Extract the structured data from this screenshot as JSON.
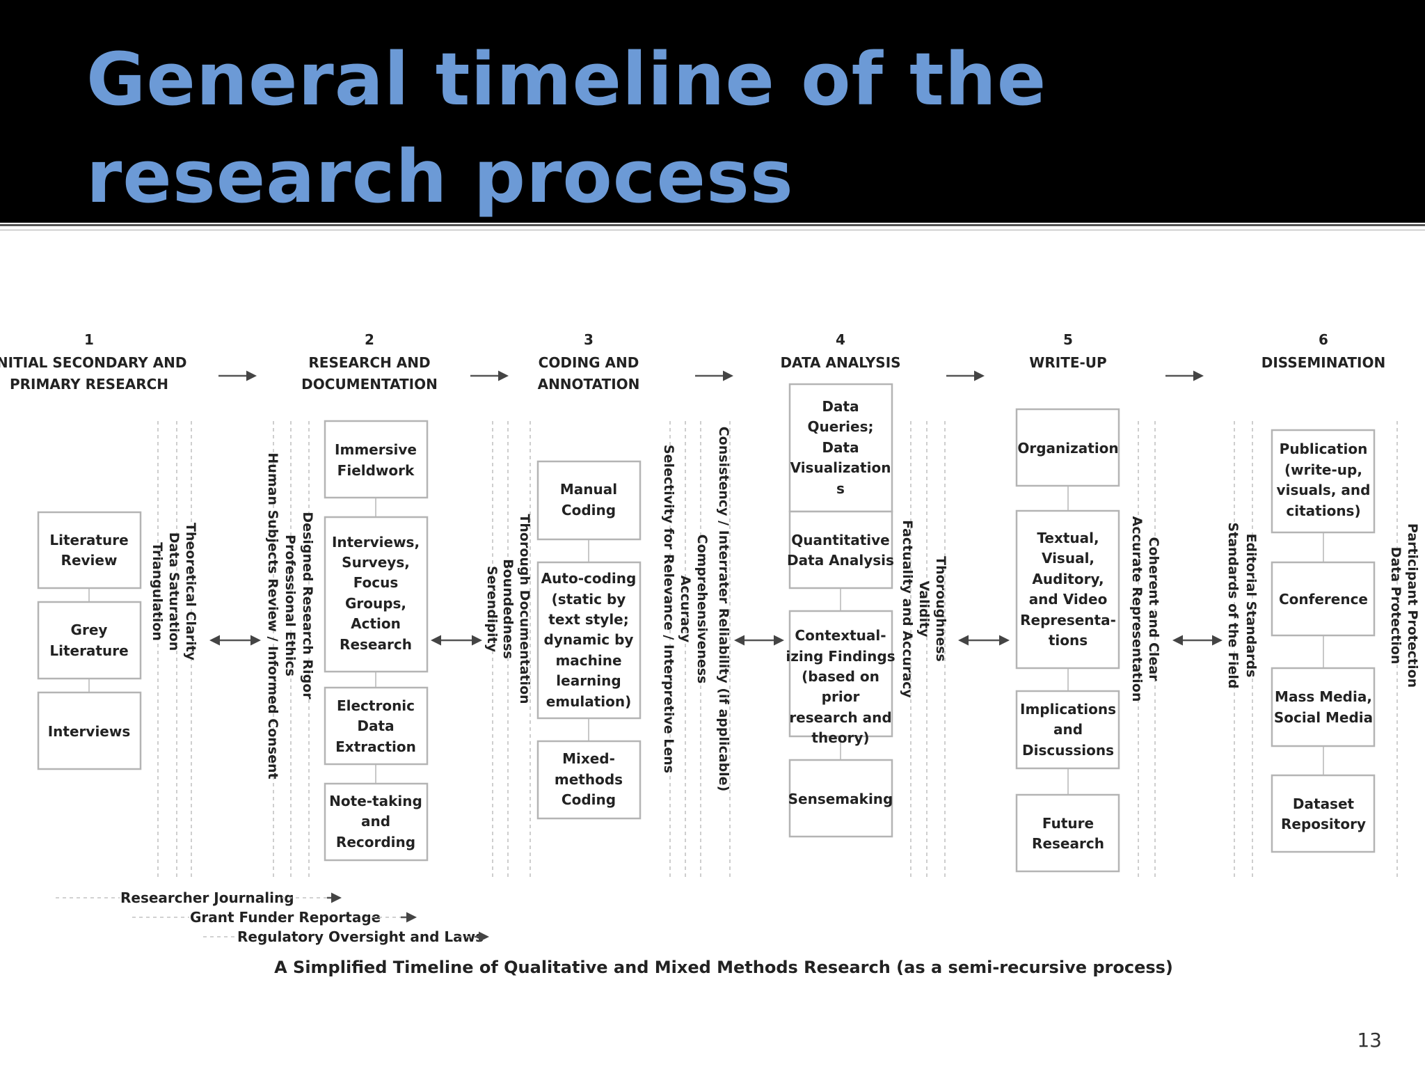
{
  "title": "General timeline of the research process",
  "page_number": "13",
  "caption": "A Simplified Timeline of Qualitative and Mixed Methods Research (as a semi-recursive process)",
  "phases": [
    {
      "number": "1",
      "title": [
        "INITIAL SECONDARY AND",
        "PRIMARY RESEARCH"
      ],
      "boxes": [
        [
          "Literature",
          "Review"
        ],
        [
          "Grey",
          "Literature"
        ],
        [
          "Interviews"
        ]
      ],
      "criteria": [
        "Theoretical Clarity",
        "Data Saturation",
        "Triangulation"
      ]
    },
    {
      "number": "2",
      "title": [
        "RESEARCH AND",
        "DOCUMENTATION"
      ],
      "boxes": [
        [
          "Immersive",
          "Fieldwork"
        ],
        [
          "Interviews,",
          "Surveys,",
          "Focus",
          "Groups,",
          "Action",
          "Research"
        ],
        [
          "Electronic",
          "Data",
          "Extraction"
        ],
        [
          "Note-taking",
          "and",
          "Recording"
        ]
      ],
      "criteria_before": [
        "Human Subjects Review / Informed Consent"
      ],
      "criteria": [
        "Designed Research Rigor",
        "Professional Ethics"
      ]
    },
    {
      "number": "3",
      "title": [
        "CODING AND",
        "ANNOTATION"
      ],
      "boxes": [
        [
          "Manual",
          "Coding"
        ],
        [
          "Auto-coding",
          "(static by",
          "text style;",
          "dynamic by",
          "machine",
          "learning",
          "emulation)"
        ],
        [
          "Mixed-",
          "methods",
          "Coding"
        ]
      ],
      "criteria_before": [
        "Thorough Documentation",
        "Boundedness",
        "Serendipity"
      ],
      "criteria": [
        "Selectivity for Relevance / Interpretive Lens",
        "Accuracy",
        "Comprehensiveness",
        "Consistency / Interrater Reliability (if applicable)"
      ]
    },
    {
      "number": "4",
      "title": [
        "DATA ANALYSIS"
      ],
      "boxes": [
        [
          "Data",
          "Queries;",
          "Data",
          "Visualization",
          "s"
        ],
        [
          "Quantitative",
          "Data Analysis"
        ],
        [
          "Contextual-",
          "izing Findings",
          "(based on",
          "prior",
          "research and",
          "theory)"
        ],
        [
          "Sensemaking"
        ]
      ],
      "criteria": [
        "Factuality and Accuracy",
        "Validity",
        "Thoroughness"
      ]
    },
    {
      "number": "5",
      "title": [
        "WRITE-UP"
      ],
      "boxes": [
        [
          "Organization"
        ],
        [
          "Textual,",
          "Visual,",
          "Auditory,",
          "and Video",
          "Representa-",
          "tions"
        ],
        [
          "Implications",
          "and",
          "Discussions"
        ],
        [
          "Future",
          "Research"
        ]
      ],
      "criteria": [
        "Coherent and Clear",
        "Accurate Representation"
      ]
    },
    {
      "number": "6",
      "title": [
        "DISSEMINATION"
      ],
      "boxes": [
        [
          "Publication",
          "(write-up,",
          "visuals, and",
          "citations)"
        ],
        [
          "Conference"
        ],
        [
          "Mass Media,",
          "Social Media"
        ],
        [
          "Dataset",
          "Repository"
        ]
      ],
      "criteria_before": [
        "Editorial Standards",
        "Standards of the Field"
      ],
      "criteria": [
        "Participant Protection",
        "Data Protection"
      ]
    }
  ],
  "ongoing": [
    "Researcher Journaling",
    "Grant Funder Reportage",
    "Regulatory Oversight and Laws"
  ]
}
